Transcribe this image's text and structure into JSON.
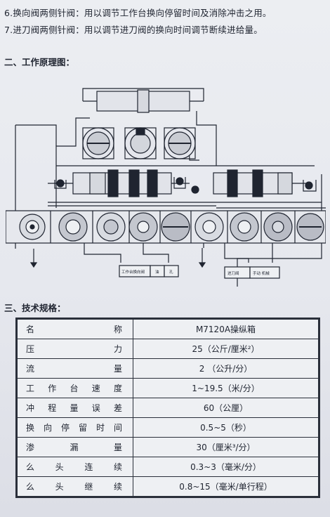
{
  "notes": [
    {
      "num": "6.",
      "text": "换向阀两侧针阀：用以调节工作台换向停留时间及消除冲击之用。"
    },
    {
      "num": "7.",
      "text": "进刀阀两侧针阀：用以调节进刀阀的换向时间调节断续进给量。"
    }
  ],
  "section2_title": "二、工作原理图：",
  "diagram": {
    "label_left_box": "工作台换向阀",
    "label_mid_box": "油",
    "label_right_box": "孔",
    "label_box_b1": "进刀阀",
    "label_box_b2": "手动 机械"
  },
  "section3_title": "三、技术规格：",
  "spec": {
    "rows": [
      {
        "label": "名称",
        "value": "M7120A操纵箱"
      },
      {
        "label": "压力",
        "value": "25（公斤/厘米²）"
      },
      {
        "label": "流量",
        "value": "2 （公升/分）"
      },
      {
        "label": "工作台速度",
        "value": "1~19.5（米/分）"
      },
      {
        "label": "冲程量误差",
        "value": "60（公厘）"
      },
      {
        "label": "换向停留时间",
        "value": "0.5~5（秒）"
      },
      {
        "label": "渗漏量",
        "value": "30（厘米³/分）"
      },
      {
        "label": "么头连续",
        "value": "0.3~3（毫米/分）"
      },
      {
        "label": "么头继续",
        "value": "0.8~15（毫米/单行程）"
      }
    ]
  }
}
